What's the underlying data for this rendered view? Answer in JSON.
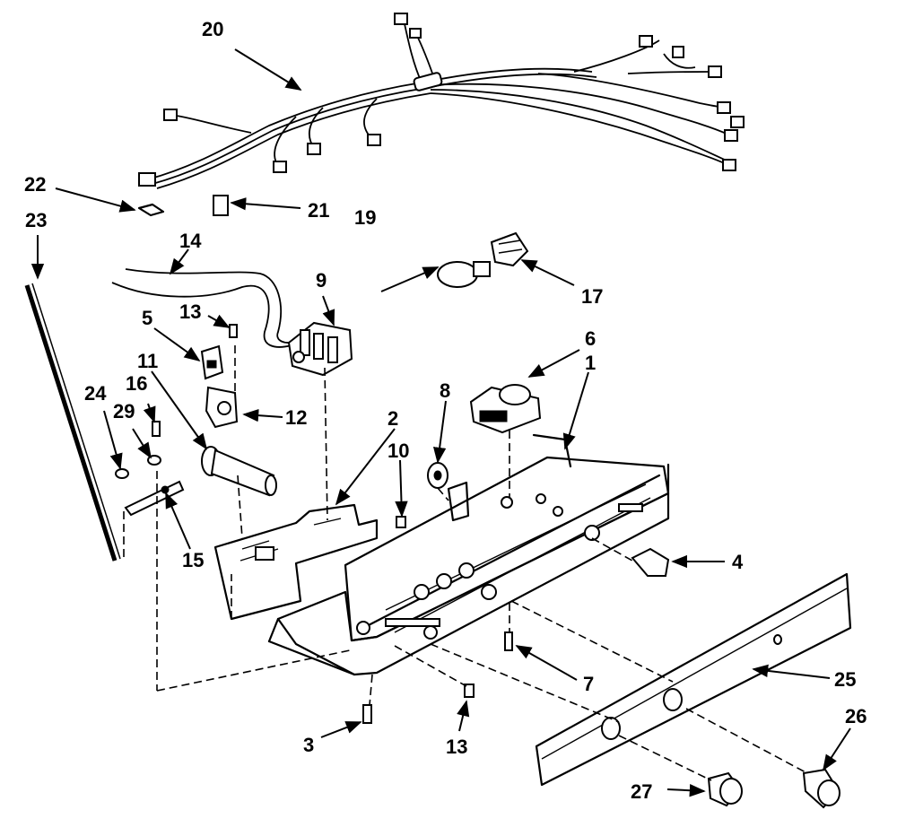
{
  "callouts": {
    "n1": "1",
    "n2": "2",
    "n3": "3",
    "n4": "4",
    "n5": "5",
    "n6": "6",
    "n7": "7",
    "n8": "8",
    "n9": "9",
    "n10": "10",
    "n11": "11",
    "n12": "12",
    "n13a": "13",
    "n13b": "13",
    "n14": "14",
    "n15": "15",
    "n16": "16",
    "n17": "17",
    "n19": "19",
    "n20": "20",
    "n21": "21",
    "n22": "22",
    "n23": "23",
    "n24": "24",
    "n25": "25",
    "n26": "26",
    "n27": "27",
    "n29": "29"
  }
}
